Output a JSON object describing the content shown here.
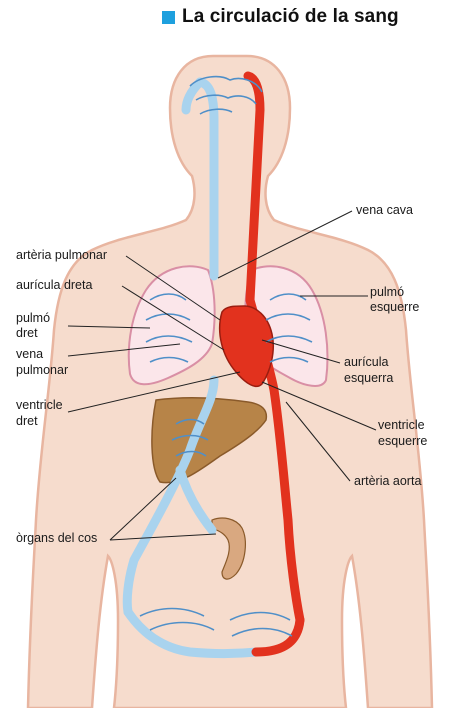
{
  "title": "La circulació de la sang",
  "colors": {
    "accent": "#1ea0de",
    "skin": "#f6dccd",
    "skin_outline": "#e8b5a0",
    "artery": "#e2321e",
    "vein": "#a9d3ee",
    "vein_outline": "#4f8fc8",
    "liver": "#b78448",
    "lung_outline": "#d98fa5"
  },
  "labels": {
    "vena_cava": "vena cava",
    "arteria_pulmonar": "artèria pulmonar",
    "auricula_dreta": "aurícula dreta",
    "pulmo_esquerre_1": "pulmó",
    "pulmo_esquerre_2": "esquerre",
    "pulmo_dret_1": "pulmó",
    "pulmo_dret_2": "dret",
    "vena_pulmonar_1": "vena",
    "vena_pulmonar_2": "pulmonar",
    "auricula_esquerra_1": "aurícula",
    "auricula_esquerra_2": "esquerra",
    "ventricle_dret_1": "ventricle",
    "ventricle_dret_2": "dret",
    "ventricle_esquerre_1": "ventricle",
    "ventricle_esquerre_2": "esquerre",
    "arteria_aorta": "artèria aorta",
    "organs_del_cos": "òrgans del cos"
  }
}
